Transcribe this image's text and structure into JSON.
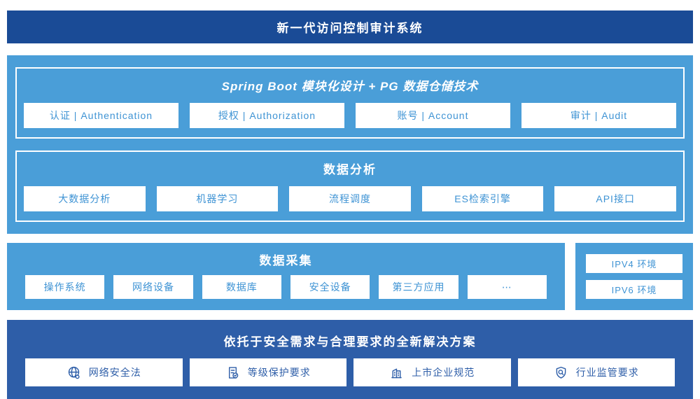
{
  "colors": {
    "navy": "#1a4b96",
    "mid_blue": "#4a9ed8",
    "solution_blue": "#2e5ea8",
    "chip_text_blue": "#3e93d4",
    "white": "#ffffff"
  },
  "header": {
    "title": "新一代访问控制审计系统"
  },
  "platform": {
    "spring": {
      "title": "Spring Boot 模块化设计 + PG 数据仓储技术",
      "modules": [
        {
          "label": "认证 | Authentication"
        },
        {
          "label": "授权 | Authorization"
        },
        {
          "label": "账号 | Account"
        },
        {
          "label": "审计 | Audit"
        }
      ]
    },
    "analysis": {
      "title": "数据分析",
      "modules": [
        {
          "label": "大数据分析"
        },
        {
          "label": "机器学习"
        },
        {
          "label": "流程调度"
        },
        {
          "label": "ES检索引擎"
        },
        {
          "label": "API接口"
        }
      ]
    }
  },
  "collection": {
    "title": "数据采集",
    "sources": [
      {
        "label": "操作系统"
      },
      {
        "label": "网络设备"
      },
      {
        "label": "数据库"
      },
      {
        "label": "安全设备"
      },
      {
        "label": "第三方应用"
      },
      {
        "label": "⋯"
      }
    ]
  },
  "network": {
    "items": [
      {
        "label": "IPV4 环境"
      },
      {
        "label": "IPV6 环境"
      }
    ]
  },
  "solution": {
    "title": "依托于安全需求与合理要求的全新解决方案",
    "items": [
      {
        "icon": "globe-icon",
        "label": "网络安全法"
      },
      {
        "icon": "document-check-icon",
        "label": "等级保护要求"
      },
      {
        "icon": "building-icon",
        "label": "上市企业规范"
      },
      {
        "icon": "shield-search-icon",
        "label": "行业监管要求"
      }
    ]
  }
}
